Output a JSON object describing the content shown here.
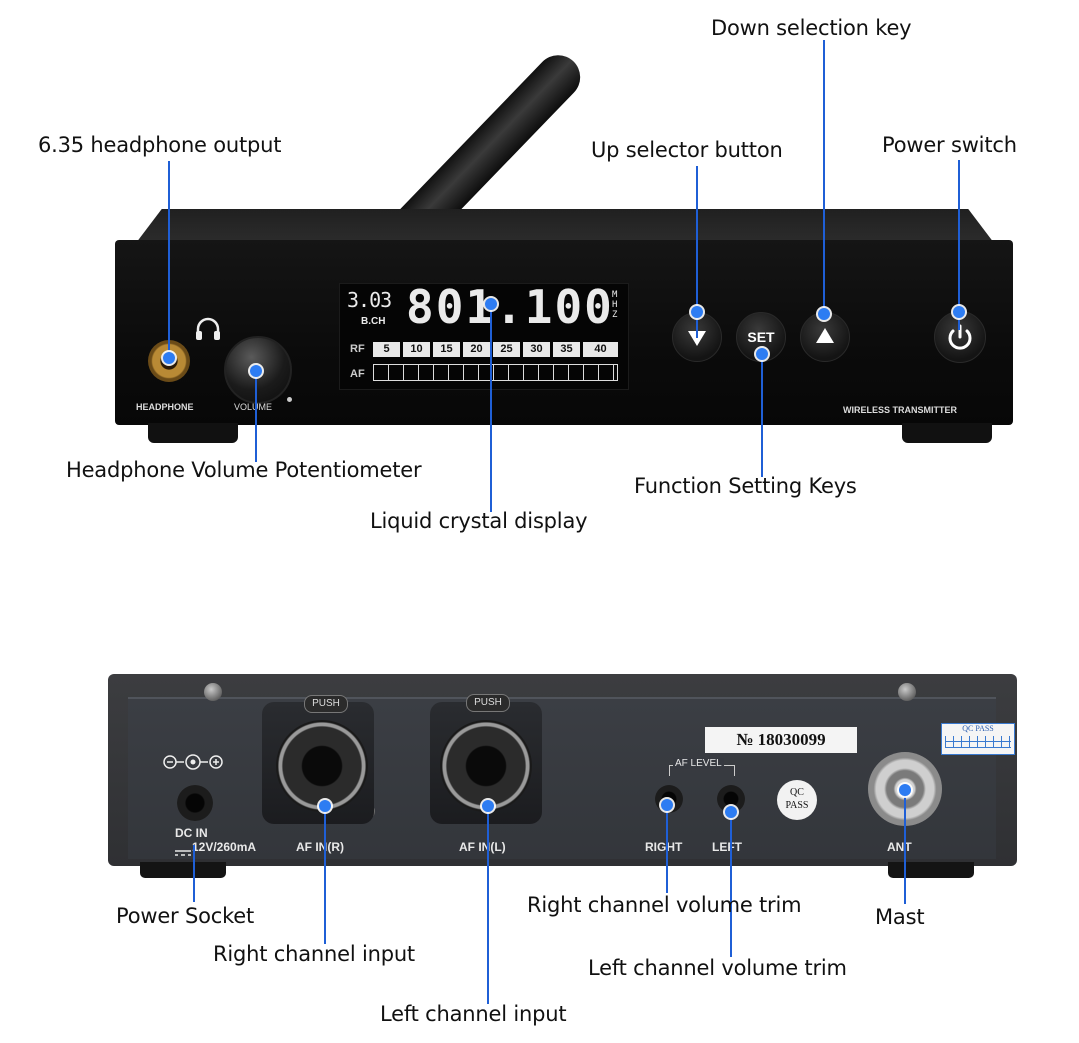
{
  "front_panel": {
    "lcd": {
      "channel_small": "3.03",
      "channel_label": "B.CH",
      "frequency": "801.100",
      "unit": "MHZ",
      "rf_label": "RF",
      "af_label": "AF",
      "rf_scale": [
        "5",
        "10",
        "15",
        "20",
        "25",
        "30",
        "35",
        "40"
      ]
    },
    "headphone_label": "HEADPHONE",
    "volume_label": "VOLUME",
    "set_label": "SET",
    "model_label": "WIRELESS TRANSMITTER"
  },
  "rear_panel": {
    "push_label": "PUSH",
    "dc_in_label": "DC IN",
    "dc_rating": "12V/260mA",
    "af_in_r_label": "AF IN(R)",
    "af_in_l_label": "AF IN(L)",
    "af_level_label": "AF LEVEL",
    "right_label": "RIGHT",
    "left_label": "LEFT",
    "ant_label": "ANT",
    "serial_number": "№ 18030099",
    "qc_line1": "QC",
    "qc_line2": "PASS",
    "qc_tag": "QC PASS"
  },
  "callouts": {
    "headphone_output": "6.35 headphone output",
    "up_selector": "Up selector button",
    "down_selection": "Down selection key",
    "power_switch": "Power switch",
    "volume_pot": "Headphone Volume Potentiometer",
    "lcd": "Liquid crystal display",
    "function_keys": "Function Setting Keys",
    "power_socket": "Power Socket",
    "right_input": "Right channel input",
    "left_input": "Left channel input",
    "right_trim": "Right channel volume trim",
    "left_trim": "Left channel volume trim",
    "mast": "Mast"
  },
  "colors": {
    "leader_line": "#1f5fd6",
    "marker_dot": "#2d7cf2"
  }
}
